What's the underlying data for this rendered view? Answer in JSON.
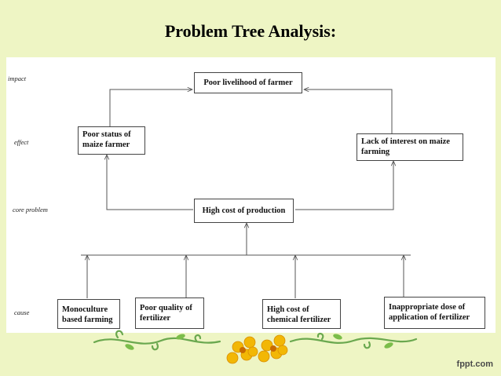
{
  "title": "Problem Tree Analysis:",
  "levels": {
    "impact": "impact",
    "effect": "effect",
    "core_problem": "core  problem",
    "cause": "cause"
  },
  "nodes": {
    "impact": "Poor livelihood of farmer",
    "effect_left": "Poor status of\nmaize farmer",
    "effect_right": "Lack of interest on maize\nfarming",
    "core": "High cost of production",
    "cause_1": "Monoculture\nbased farming",
    "cause_2": "Poor quality of\nfertilizer",
    "cause_3": "High cost of\nchemical fertilizer",
    "cause_4": "Inappropriate dose of\napplication of  fertilizer"
  },
  "footer": {
    "brand": "fppt.com"
  },
  "colors": {
    "background": "#eef5c4",
    "line": "#555555",
    "vine": "#6aa84f",
    "flower": "#f2b705"
  }
}
